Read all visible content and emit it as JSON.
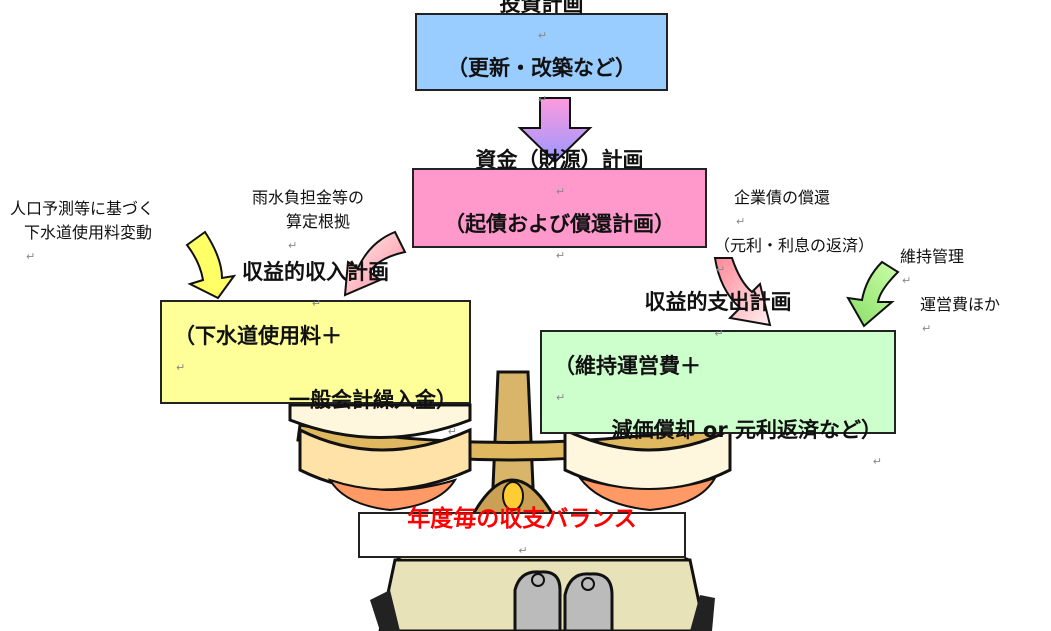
{
  "boxes": {
    "investment": {
      "line1": "投資計画",
      "line2": "（更新・改築など）",
      "color": "#99ccff"
    },
    "funding": {
      "line1": "資金（財源）計画",
      "line2": "（起債および償還計画）",
      "color": "#ff99cc"
    },
    "revenue": {
      "line1": "収益的収入計画",
      "line2": "（下水道使用料＋",
      "line3": "一般会計繰入金）",
      "color": "#ffff99"
    },
    "expense": {
      "line1": "収益的支出計画",
      "line2": "（維持運営費＋",
      "line3": "減価償却 or 元利返済など）",
      "color": "#ccffcc"
    },
    "balance": {
      "line1": "年度毎の収支バランス",
      "text_color": "#ff0000"
    }
  },
  "notes": {
    "population": {
      "line1": "人口予測等に基づく",
      "line2": "下水道使用料変動"
    },
    "rainwater": {
      "line1": "雨水負担金等の",
      "line2": "算定根拠"
    },
    "bonds": {
      "line1": "企業債の償還",
      "line2": "（元利・利息の返済）"
    },
    "maintenance": {
      "line1": "維持管理",
      "line2": "運営費ほか"
    }
  },
  "colors": {
    "arrow_down": "#cc99ff",
    "arrow_yellow": "#ffff66",
    "arrow_pink": "#ff99aa",
    "arrow_green": "#99ee77",
    "scale_pan": "#fff7dd",
    "scale_metal": "#d4a94a",
    "scale_base": "#d6d0a8",
    "weight": "#aaaaaa"
  }
}
